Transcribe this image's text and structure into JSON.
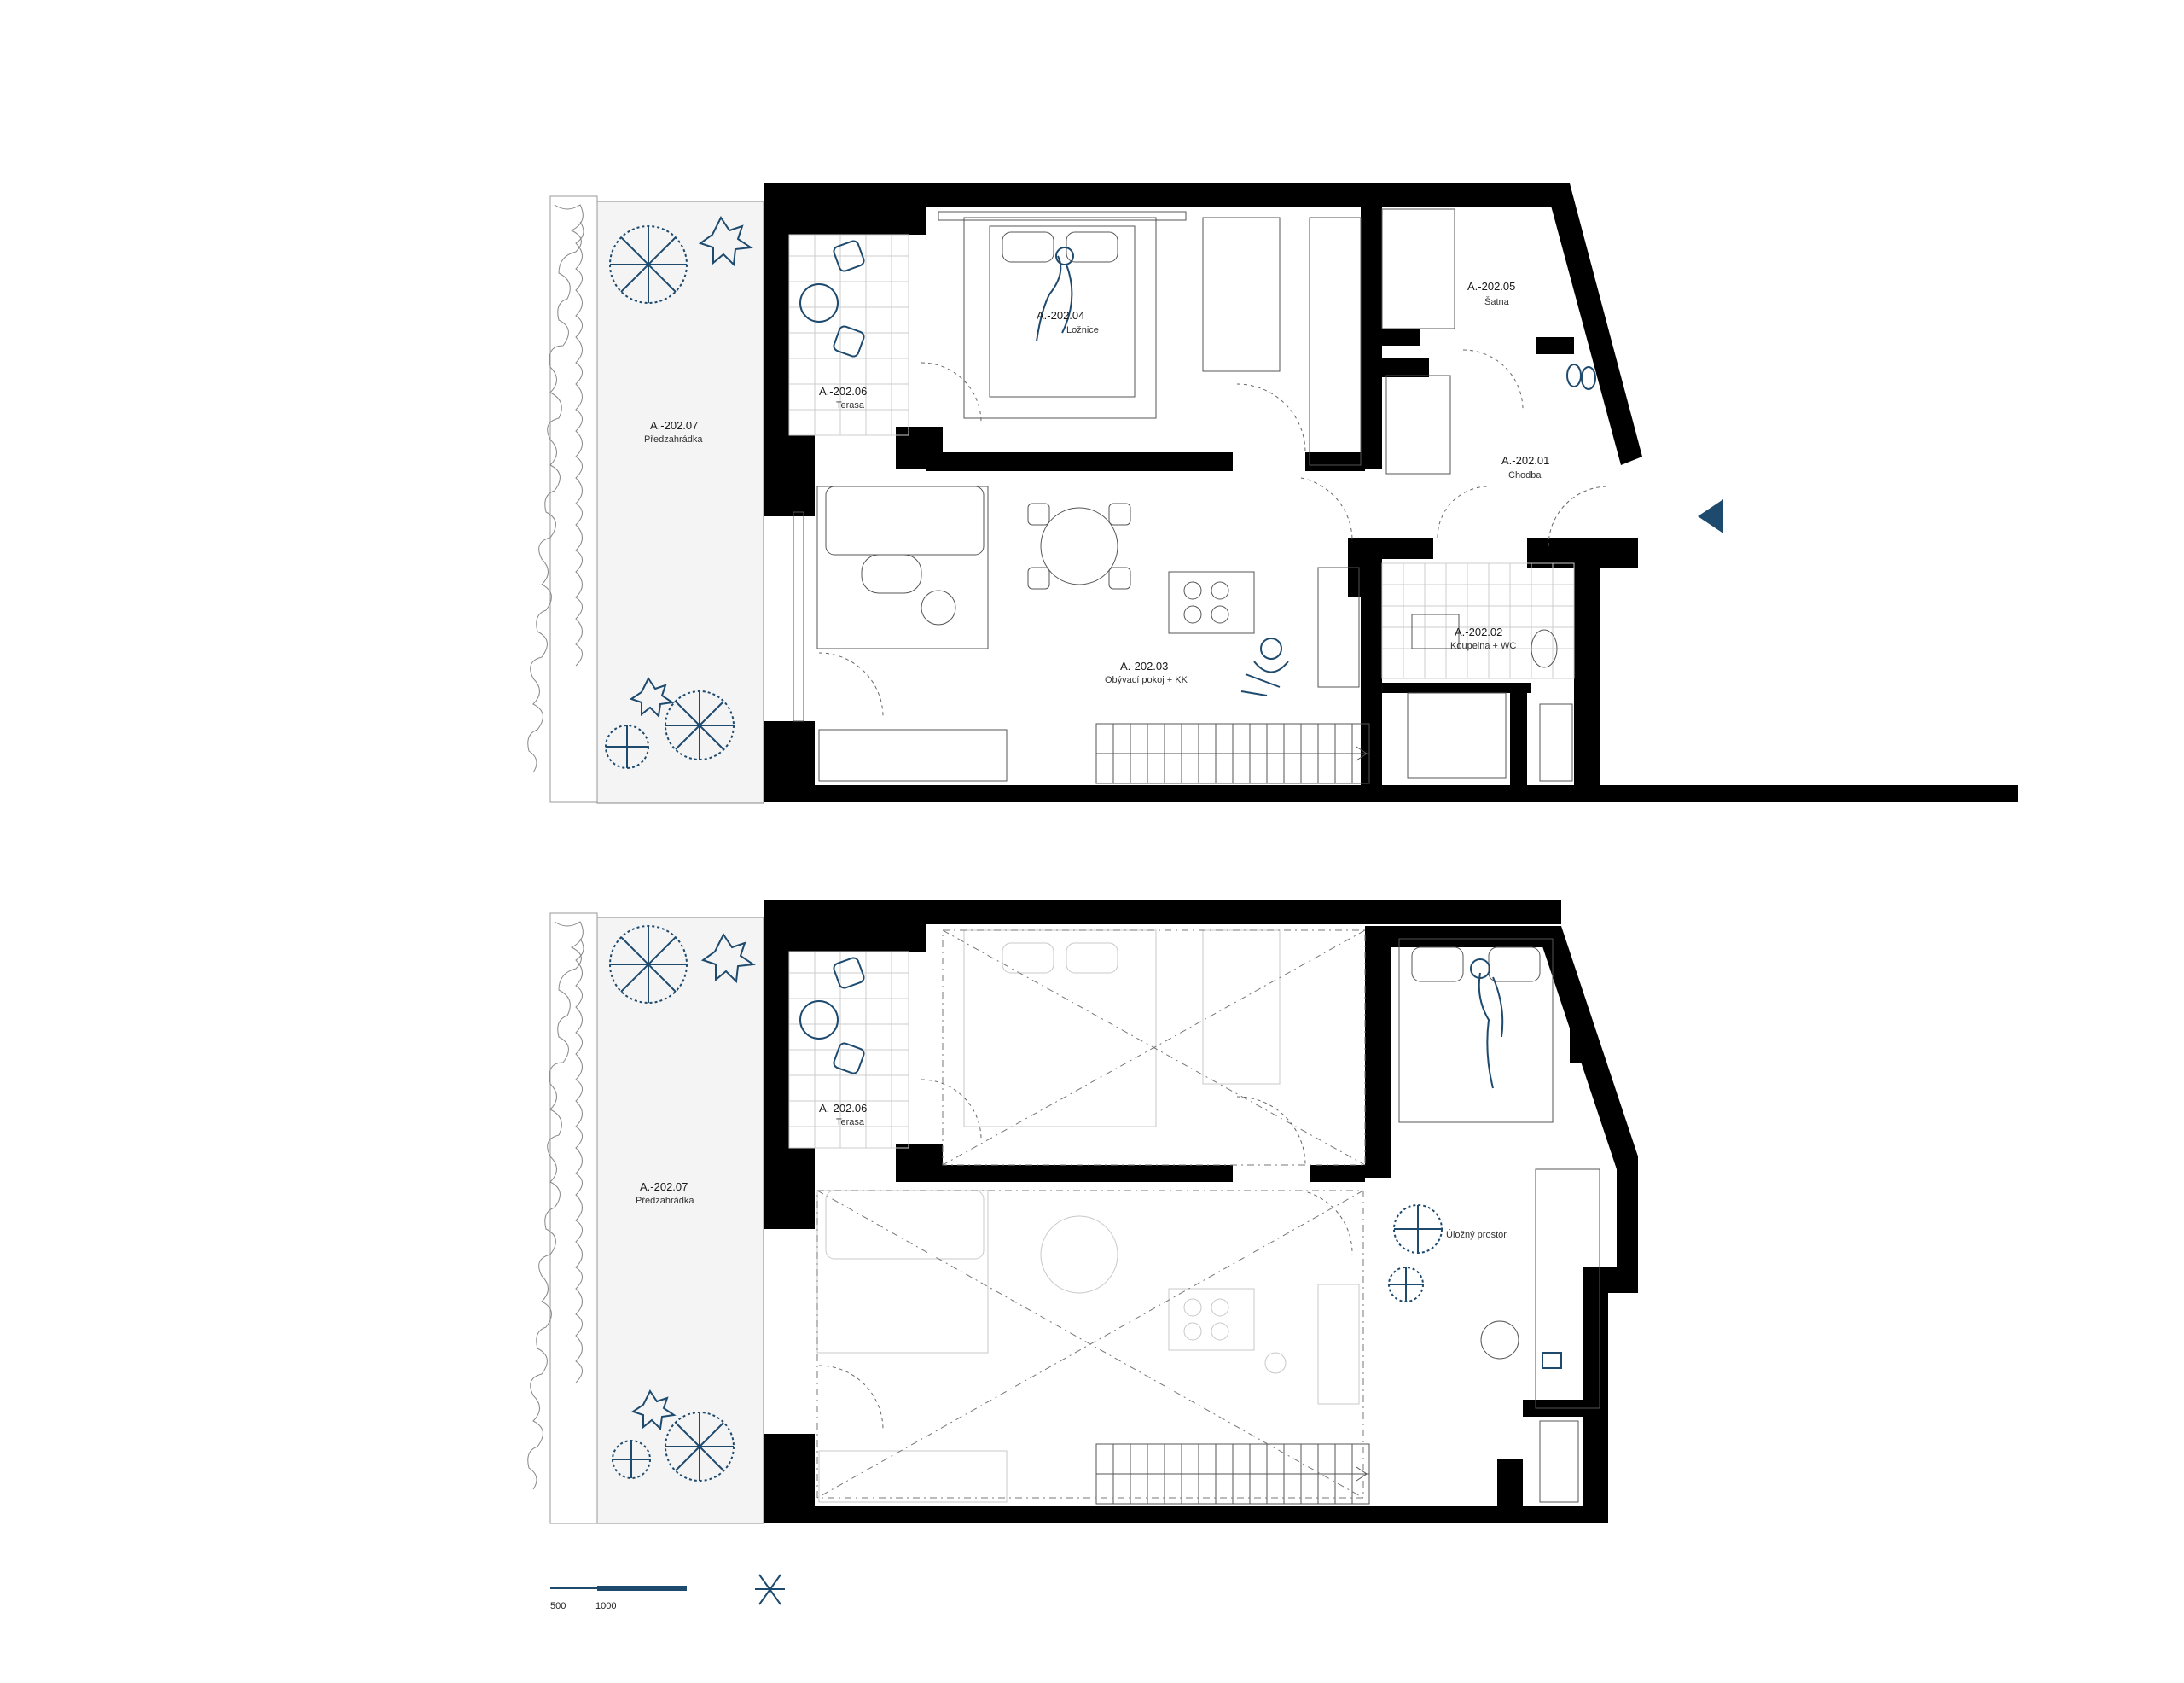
{
  "floors": [
    {
      "rooms": [
        {
          "code": "A.-202.04",
          "name": "Ložnice"
        },
        {
          "code": "A.-202.05",
          "name": "Šatna"
        },
        {
          "code": "A.-202.06",
          "name": "Terasa"
        },
        {
          "code": "A.-202.07",
          "name": "Předzahrádka"
        },
        {
          "code": "A.-202.01",
          "name": "Chodba"
        },
        {
          "code": "A.-202.03",
          "name": "Obývací pokoj + KK"
        },
        {
          "code": "A.-202.02",
          "name": "Koupelna + WC"
        }
      ]
    },
    {
      "rooms": [
        {
          "code": "A.-202.06",
          "name": "Terasa"
        },
        {
          "code": "A.-202.07",
          "name": "Předzahrádka"
        },
        {
          "code": "",
          "name": "Úložný prostor"
        }
      ]
    }
  ],
  "scale_bar": {
    "labels": [
      "500",
      "1000"
    ]
  },
  "colors": {
    "accent": "#1e4a6e",
    "wall": "#000000"
  },
  "icons": {
    "entrance": "entrance-arrow-icon",
    "north": "north-arrow-icon"
  }
}
